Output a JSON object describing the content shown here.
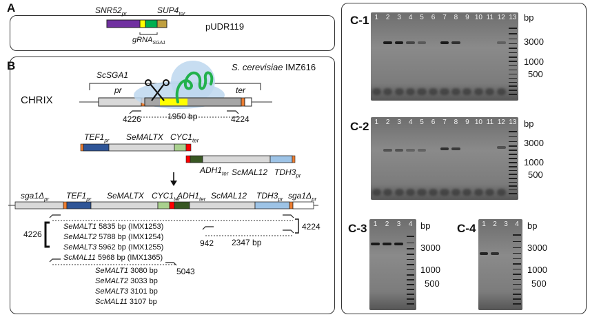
{
  "panelA": {
    "label": "A",
    "snr52": "SNR52",
    "snr52_sub": "pr",
    "sup4": "SUP4",
    "sup4_sub": "ter",
    "grna": "gRNA",
    "grna_sub": "SGA1",
    "plasmid": "pUDR119"
  },
  "panelB": {
    "label": "B",
    "strain_italic": "S. cerevisiae",
    "strain_id": " IMZ616",
    "locus": "ScSGA1",
    "pr": "pr",
    "ter": "ter",
    "chrix": "CHRIX",
    "primer_left": "4226",
    "primer_right": "4224",
    "wt_size": "1950 bp",
    "tef1": "TEF1",
    "sub_pr": "pr",
    "sub_ter": "ter",
    "semaltx": "SeMALTX",
    "cyc1": "CYC1",
    "adh1": "ADH1",
    "scmal12": "ScMAL12",
    "tdh3": "TDH3",
    "sga1d": "sga1Δ",
    "primer_942": "942",
    "primer_5043": "5043",
    "size_2347": "2347 bp",
    "primer_4226b": "4226",
    "primer_4224b": "4224",
    "full_sizes": [
      {
        "gene": "SeMALT1",
        "rest": " 5835 bp (IMX1253)"
      },
      {
        "gene": "SeMALT2",
        "rest": " 5788 bp (IMX1254)"
      },
      {
        "gene": "SeMALT3",
        "rest": " 5962 bp (IMX1255)"
      },
      {
        "gene": "ScMAL11",
        "rest": "   5968 bp (IMX1365)"
      }
    ],
    "partial_sizes": [
      {
        "gene": "SeMALT1",
        "rest": " 3080 bp"
      },
      {
        "gene": "SeMALT2",
        "rest": " 3033 bp"
      },
      {
        "gene": "SeMALT3",
        "rest": " 3101 bp"
      },
      {
        "gene": "ScMAL11",
        "rest": " 3107 bp"
      }
    ]
  },
  "panelC": {
    "gels": [
      {
        "name": "C-1",
        "lanes": [
          "1",
          "2",
          "3",
          "4",
          "5",
          "6",
          "7",
          "8",
          "9",
          "10",
          "11",
          "12",
          "13"
        ],
        "unit": "bp",
        "markers": [
          "3000",
          "1000",
          "500"
        ]
      },
      {
        "name": "C-2",
        "lanes": [
          "1",
          "2",
          "3",
          "4",
          "5",
          "6",
          "7",
          "8",
          "9",
          "10",
          "11",
          "12",
          "13"
        ],
        "unit": "bp",
        "markers": [
          "3000",
          "1000",
          "500"
        ]
      },
      {
        "name": "C-3",
        "lanes": [
          "1",
          "2",
          "3",
          "4"
        ],
        "unit": "bp",
        "markers": [
          "3000",
          "1000",
          "500"
        ]
      },
      {
        "name": "C-4",
        "lanes": [
          "1",
          "2",
          "3",
          "4"
        ],
        "unit": "bp",
        "markers": [
          "3000",
          "1000",
          "500"
        ]
      }
    ]
  },
  "colors": {
    "snr52": "#7030a0",
    "grna_yellow": "#ffff00",
    "grna_green": "#00b050",
    "sup4": "#c0a040",
    "tef1": "#2f5597",
    "cyc1": "#a9d18e",
    "adh1": "#385723",
    "tdh3": "#9dc3e6",
    "junction": "#ed7d31",
    "marker_red": "#ff0000",
    "cas9_blue": "#bdd7ee",
    "grna_curl": "#22b14c"
  }
}
